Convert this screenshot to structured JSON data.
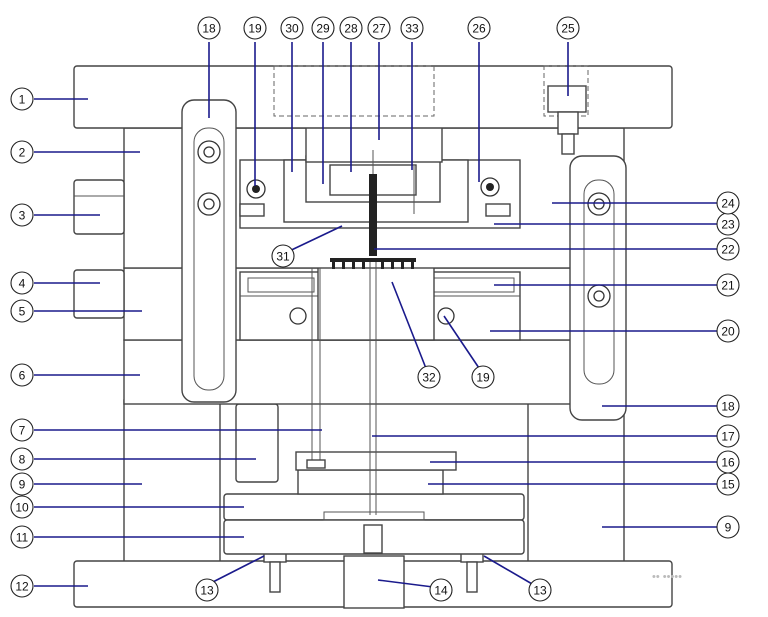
{
  "callouts": [
    {
      "id": "c1",
      "number": "1"
    },
    {
      "id": "c2",
      "number": "2"
    },
    {
      "id": "c3",
      "number": "3"
    },
    {
      "id": "c4",
      "number": "4"
    },
    {
      "id": "c5",
      "number": "5"
    },
    {
      "id": "c6",
      "number": "6"
    },
    {
      "id": "c7",
      "number": "7"
    },
    {
      "id": "c8",
      "number": "8"
    },
    {
      "id": "c9a",
      "number": "9"
    },
    {
      "id": "c10",
      "number": "10"
    },
    {
      "id": "c11",
      "number": "11"
    },
    {
      "id": "c12",
      "number": "12"
    },
    {
      "id": "c13a",
      "number": "13"
    },
    {
      "id": "c14",
      "number": "14"
    },
    {
      "id": "c13b",
      "number": "13"
    },
    {
      "id": "c9b",
      "number": "9"
    },
    {
      "id": "c15",
      "number": "15"
    },
    {
      "id": "c16",
      "number": "16"
    },
    {
      "id": "c17",
      "number": "17"
    },
    {
      "id": "c18b",
      "number": "18"
    },
    {
      "id": "c19b",
      "number": "19"
    },
    {
      "id": "c32",
      "number": "32"
    },
    {
      "id": "c20",
      "number": "20"
    },
    {
      "id": "c21",
      "number": "21"
    },
    {
      "id": "c22",
      "number": "22"
    },
    {
      "id": "c23",
      "number": "23"
    },
    {
      "id": "c24",
      "number": "24"
    },
    {
      "id": "c31",
      "number": "31"
    },
    {
      "id": "c18a",
      "number": "18"
    },
    {
      "id": "c19a",
      "number": "19"
    },
    {
      "id": "c30",
      "number": "30"
    },
    {
      "id": "c29",
      "number": "29"
    },
    {
      "id": "c28",
      "number": "28"
    },
    {
      "id": "c27",
      "number": "27"
    },
    {
      "id": "c33",
      "number": "33"
    },
    {
      "id": "c26",
      "number": "26"
    },
    {
      "id": "c25",
      "number": "25"
    }
  ],
  "colors": {
    "leader": "#1a1a8c",
    "outline": "#444444",
    "background": "#ffffff"
  },
  "watermark": "•• •••••"
}
